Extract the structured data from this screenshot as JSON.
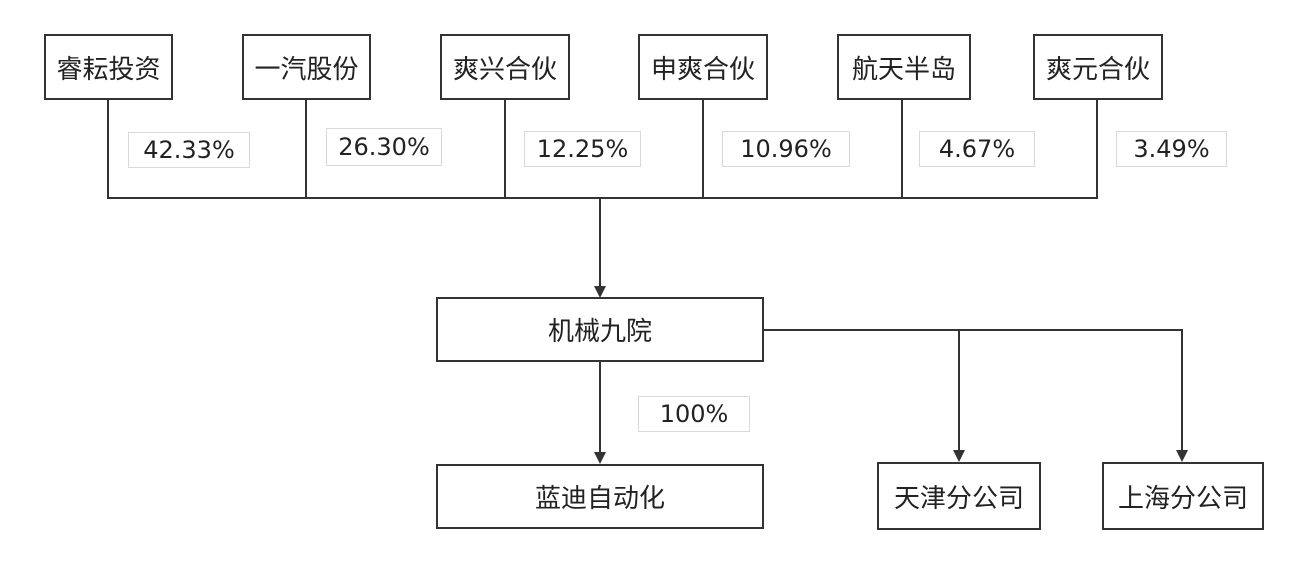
{
  "shareholders": [
    {
      "name": "睿耘投资",
      "share": "42.33%"
    },
    {
      "name": "一汽股份",
      "share": "26.30%"
    },
    {
      "name": "爽兴合伙",
      "share": "12.25%"
    },
    {
      "name": "申爽合伙",
      "share": "10.96%"
    },
    {
      "name": "航天半岛",
      "share": "4.67%"
    },
    {
      "name": "爽元合伙",
      "share": "3.49%"
    }
  ],
  "company": {
    "name": "机械九院"
  },
  "subsidiary": {
    "name": "蓝迪自动化",
    "share": "100%"
  },
  "branches": [
    {
      "name": "天津分公司"
    },
    {
      "name": "上海分公司"
    }
  ],
  "colors": {
    "line": "#333333",
    "box_border": "#333333",
    "label_border": "#d9d9d9"
  }
}
